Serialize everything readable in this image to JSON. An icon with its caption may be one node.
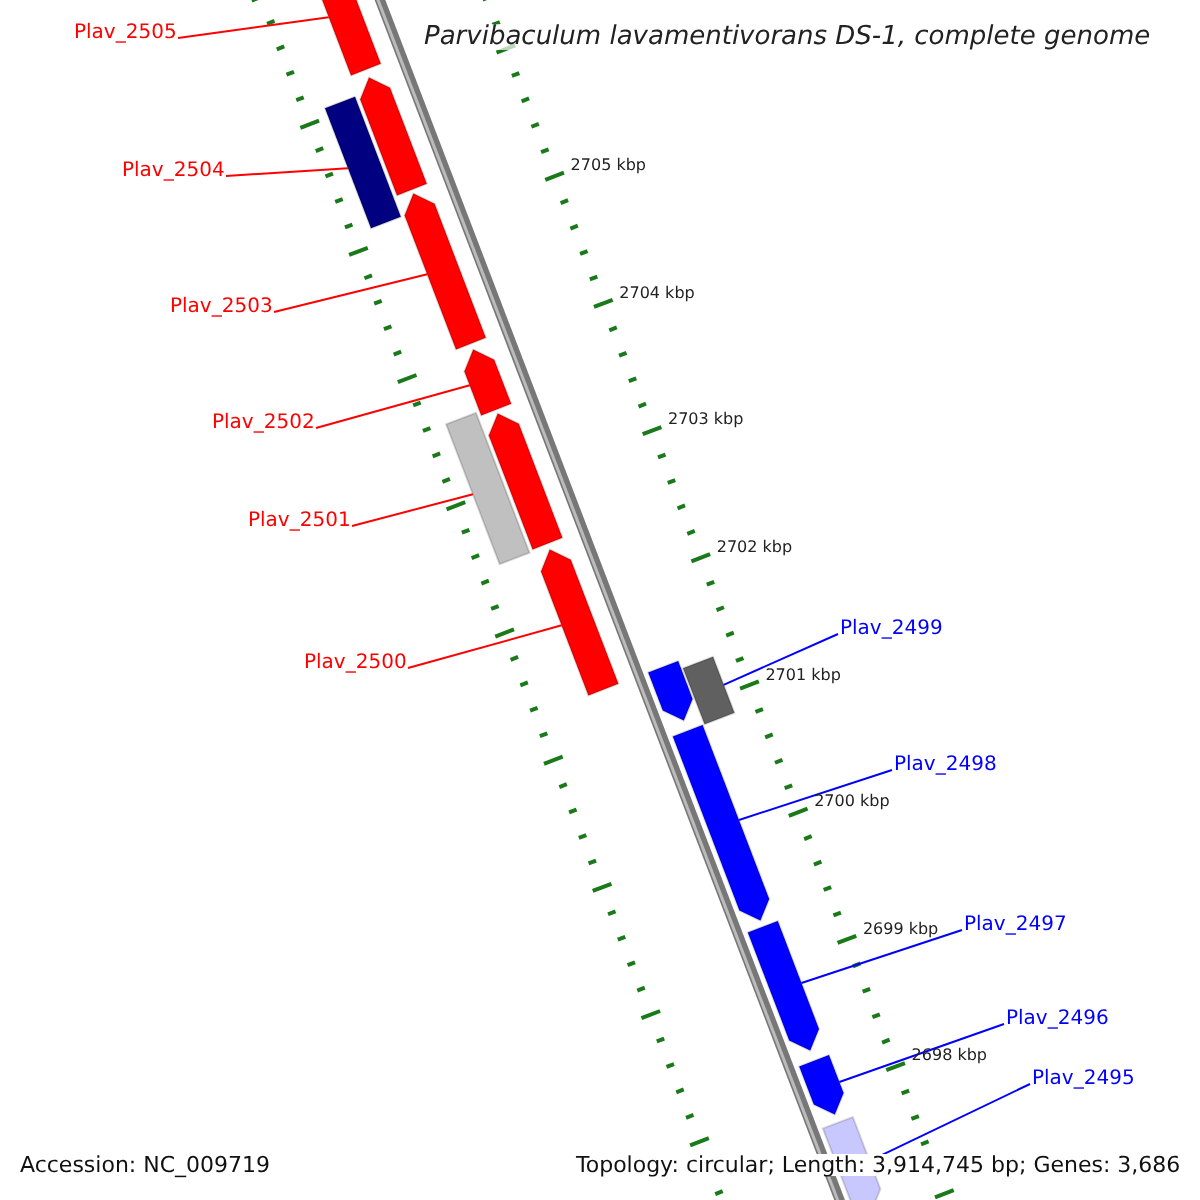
{
  "diagram": {
    "title": "Parvibaculum lavamentivorans DS-1, complete genome",
    "nodes": [
      {
        "text": [
          "Plav_2505"
        ]
      },
      {
        "text": [
          "Plav_2504"
        ]
      },
      {
        "text": [
          "Plav_2503"
        ]
      },
      {
        "text": [
          "Plav_2502"
        ]
      },
      {
        "text": [
          "Plav_2501"
        ]
      },
      {
        "text": [
          "Plav_2500"
        ]
      },
      {
        "text": [
          "Plav_2499"
        ]
      },
      {
        "text": [
          "Plav_2498"
        ]
      },
      {
        "text": [
          "Plav_2497"
        ]
      },
      {
        "text": [
          "Plav_2496"
        ]
      },
      {
        "text": [
          "Plav_2495"
        ]
      },
      {
        "text": [],
        "shape": "arrow"
      },
      {
        "text": [],
        "shape": "bar"
      },
      {
        "text": [],
        "shape": "arrow"
      },
      {
        "text": [],
        "shape": "arrow"
      },
      {
        "text": [],
        "shape": "arrow"
      },
      {
        "text": [],
        "shape": "bar"
      },
      {
        "text": [],
        "shape": "arrow"
      },
      {
        "text": [],
        "shape": "arrow"
      },
      {
        "text": [],
        "shape": "bar"
      },
      {
        "text": [],
        "shape": "arrow"
      },
      {
        "text": [],
        "shape": "arrow"
      },
      {
        "text": [],
        "shape": "arrow"
      },
      {
        "text": [],
        "shape": "arrow"
      },
      {
        "text": [],
        "shape": "arrow"
      }
    ],
    "edges": [
      {
        "from": 0,
        "to": 11,
        "arrow": "none"
      },
      {
        "from": 1,
        "to": 12,
        "arrow": "none"
      },
      {
        "from": 2,
        "to": 14,
        "arrow": "none"
      },
      {
        "from": 3,
        "to": 15,
        "arrow": "none"
      },
      {
        "from": 4,
        "to": 16,
        "arrow": "none"
      },
      {
        "from": 5,
        "to": 18,
        "arrow": "none"
      },
      {
        "from": 6,
        "to": 19,
        "arrow": "none",
        "color": "#0000ff"
      },
      {
        "from": 7,
        "to": 21,
        "arrow": "none",
        "color": "#0000ff"
      },
      {
        "from": 8,
        "to": 22,
        "arrow": "none",
        "color": "#0000ff"
      },
      {
        "from": 9,
        "to": 23,
        "arrow": "none",
        "color": "#0000ff"
      },
      {
        "from": 10,
        "to": 24,
        "arrow": "none",
        "color": "#0000ff"
      }
    ],
    "labels": [
      "2705 kbp",
      "2704 kbp",
      "2703 kbp",
      "2702 kbp",
      "2701 kbp",
      "2700 kbp",
      "2699 kbp",
      "2698 kbp",
      "Accession: NC_009719",
      "Topology: circular; Length: 3,914,745 bp; Genes: 3,686"
    ]
  }
}
